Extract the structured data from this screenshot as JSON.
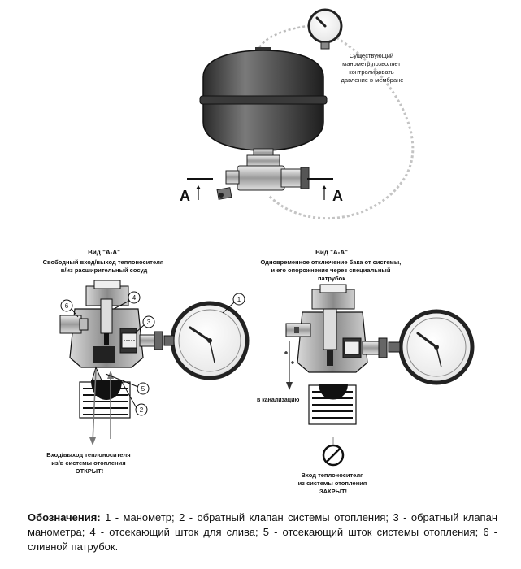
{
  "top_note": [
    "Существующий",
    "манометр позволяет",
    "контролировать",
    "давление в мембране"
  ],
  "section_mark": "А",
  "left_view": {
    "title": "Вид \"А-А\"",
    "desc": [
      "Свободный вход/выход теплоносителя",
      "в/из  расширительный сосуд"
    ],
    "bottom": [
      "Вход/выход теплоносителя",
      "из/в системы отопления",
      "ОТКРЫТ!"
    ],
    "callouts": [
      "6",
      "4",
      "3",
      "1",
      "5",
      "2"
    ]
  },
  "right_view": {
    "title": "Вид \"А-А\"",
    "desc": [
      "Одновременное отключение бака от системы,",
      "и его опорожнение через специальный",
      "патрубок"
    ],
    "drain": "в канализацию",
    "bottom": [
      "Вход теплоносителя",
      "из системы отопления",
      "ЗАКРЫТ!"
    ]
  },
  "legend": {
    "head": "Обозначения:",
    "text": " 1 - манометр; 2 - обратный клапан системы отопления; 3 - обратный клапан манометра; 4 - отсекающий шток для слива; 5 - отсекающий шток системы отопления; 6 - сливной патрубок."
  }
}
